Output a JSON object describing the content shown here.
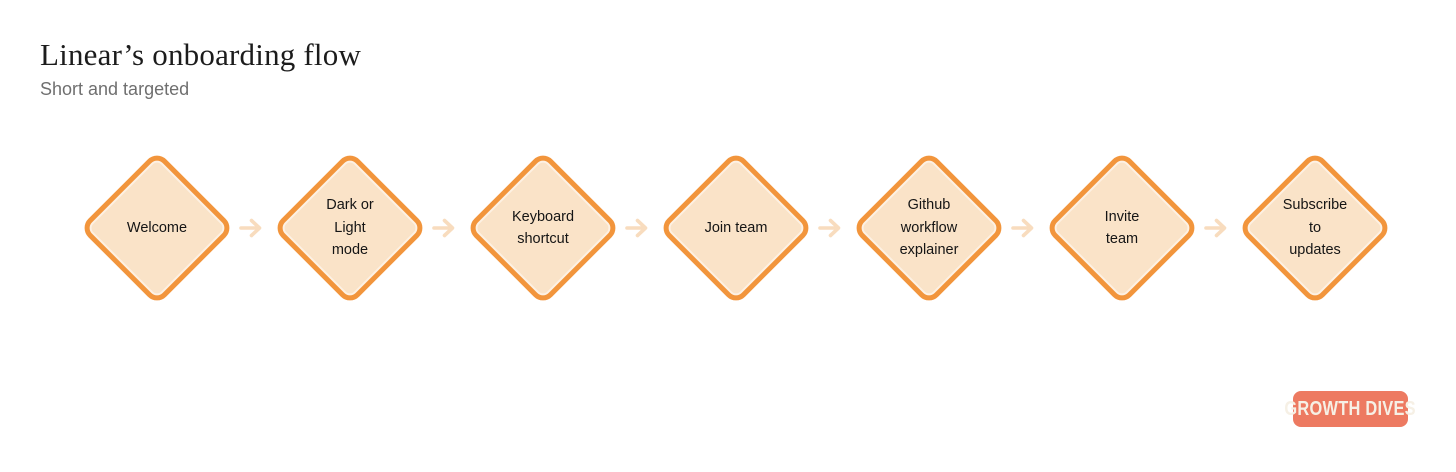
{
  "header": {
    "title": "Linear’s onboarding flow",
    "subtitle": "Short and targeted"
  },
  "flow": {
    "direction": "left-to-right",
    "connector_icon": "arrow-right-icon",
    "nodes": [
      {
        "id": "welcome",
        "label": "Welcome"
      },
      {
        "id": "dark-or-light-mode",
        "label": "Dark or\nLight\nmode"
      },
      {
        "id": "keyboard-shortcut",
        "label": "Keyboard\nshortcut"
      },
      {
        "id": "join-team",
        "label": "Join team"
      },
      {
        "id": "github-workflow-explainer",
        "label": "Github\nworkflow\nexplainer"
      },
      {
        "id": "invite-team",
        "label": "Invite\nteam"
      },
      {
        "id": "subscribe-to-updates",
        "label": "Subscribe\nto\nupdates"
      }
    ]
  },
  "badge": {
    "label": "GROWTH DIVES"
  },
  "colors": {
    "background": "#FFFFFF",
    "node_border": "#F2953C",
    "node_fill": "#FAE3C8",
    "arrow": "#F8DCBE",
    "node_text": "#151515",
    "title_text": "#1C1C1C",
    "subtitle_text": "#6F6F6F",
    "badge_background": "#ED7A61",
    "badge_text": "#F6F0E5"
  }
}
